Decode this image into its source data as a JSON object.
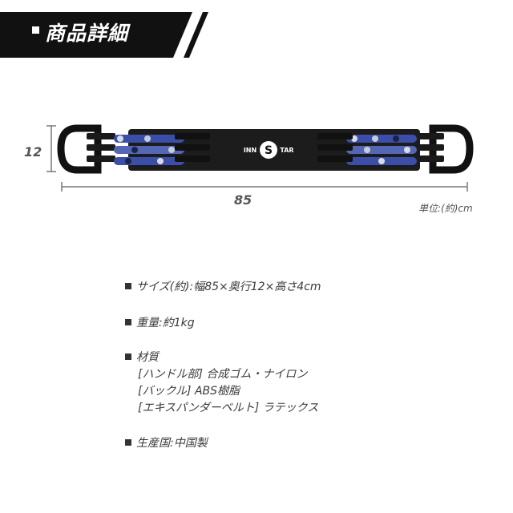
{
  "header": {
    "title": "商品詳細",
    "bg_color": "#111111"
  },
  "diagram": {
    "height_value": "12",
    "width_value": "85",
    "unit": "単位:(約)cm",
    "brand_logo_text": "INNSTAR"
  },
  "specs": {
    "size": "サイズ(約):幅85×奥行12×高さ4cm",
    "weight": "重量:約1kg",
    "material_title": "材質",
    "material_lines": [
      "[ハンドル部] 合成ゴム・ナイロン",
      "[バックル] ABS樹脂",
      "[エキスパンダーベルト] ラテックス"
    ],
    "origin": "生産国:中国製"
  }
}
